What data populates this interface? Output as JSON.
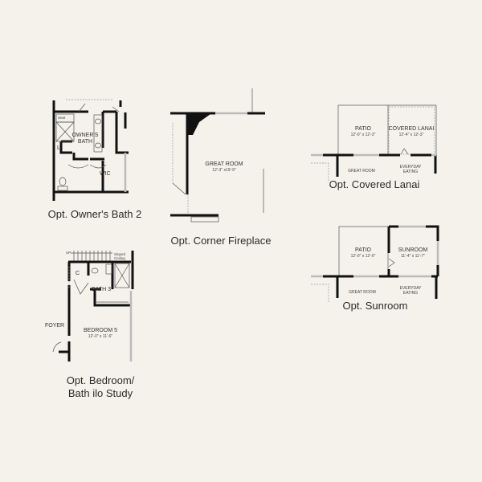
{
  "background_color": "#f4f2ea",
  "wall_color": "#111111",
  "plans": {
    "owners_bath": {
      "caption": "Opt. Owner's Bath 2",
      "seat": "Seat",
      "room": [
        "OWNER'S",
        "BATH"
      ],
      "linen": "L",
      "closet": "WIC"
    },
    "corner_fireplace": {
      "caption": "Opt. Corner Fireplace",
      "room": "GREAT ROOM",
      "dims": "12'-3\" x19'-9\""
    },
    "covered_lanai": {
      "caption": "Opt. Covered Lanai",
      "patio": "PATIO",
      "patio_dims": "12'-0\" x 12'-3\"",
      "lanai": "COVERED LANAI",
      "lanai_dims": "12'-4\" x 12'-3\"",
      "great_room": "GREAT ROOM",
      "eating": [
        "EVERYDAY",
        "EATING"
      ]
    },
    "sunroom": {
      "caption": "Opt. Sunroom",
      "patio": "PATIO",
      "patio_dims": "12'-0\" x 12'-0\"",
      "sunroom": "SUNROOM",
      "sunroom_dims": "11'-4\" x 11'-7\"",
      "great_room": "GREAT ROOM",
      "eating": [
        "EVERYDAY",
        "EATING"
      ]
    },
    "bedroom_bath": {
      "caption": [
        "Opt. Bedroom/",
        "Bath ilo Study"
      ],
      "stairs": "UP",
      "sloped": [
        "Sloped",
        "Ceiling"
      ],
      "closet": "C",
      "bath": "BATH 3",
      "foyer": "FOYER",
      "room": "BEDROOM 5",
      "dims": "12'-0\" x 11'-6\""
    }
  }
}
